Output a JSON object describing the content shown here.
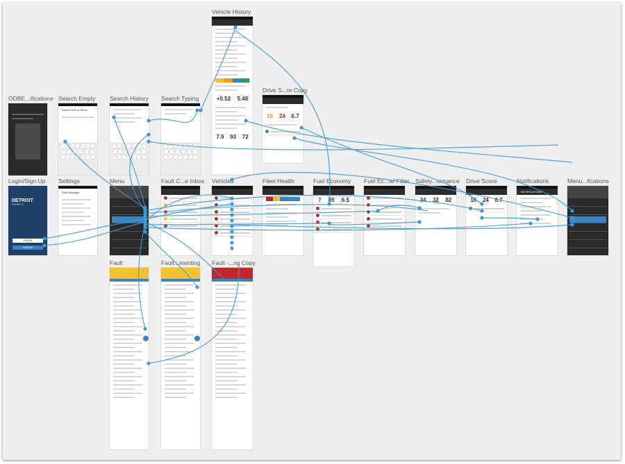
{
  "screens": {
    "obde_notifications": "ODBE...ifications",
    "search_empty": "Search Empty",
    "search_history": "Search History",
    "search_typing": "Search Typing",
    "vehicle_history": "Vehicle History",
    "drive_score_copy": "Drive S...re Copy",
    "login_signup": "Login/Sign Up",
    "settings": "Settings",
    "menu": "Menu",
    "fault_code_inbox": "Fault C...e Inbox",
    "vehicles": "Vehicles",
    "fleet_health": "Fleet Health",
    "fuel_economy": "Fuel Economy",
    "fuel_filter": "Fuel Ec...w/ Filter",
    "safety_performance": "Safety...ormance",
    "drive_score": "Drive Score",
    "notifications": "Notifications",
    "menu_notifications": "Menu...fications",
    "fault": "Fault",
    "fault_commenting": "Fault...menting",
    "fault_copy": "Fault -...ng Copy"
  },
  "content": {
    "search_placeholder": "Search VIN or Serial",
    "brand": "DETROIT",
    "brand_sub": "CONNECT",
    "login_button": "LOG IN",
    "signup_button": "SIGN UP",
    "settings_user": "Fleet Manager",
    "drive_scores": [
      "16",
      "24",
      "6.7"
    ],
    "safety_scores": [
      "34",
      "32",
      "82"
    ],
    "drive_score_values": [
      "16",
      "24",
      "6.7"
    ],
    "vehicle_gauge": [
      "+0.52",
      "5.48"
    ],
    "vehicle_stats": [
      "7.9",
      "93",
      "72"
    ],
    "fuel_stats": [
      "7",
      "85",
      "6.5"
    ],
    "notifications_count": "NOTIFICATIONS"
  },
  "colors": {
    "link": "#3d9ad8",
    "critical": "#c0272d",
    "warning": "#f2c22e",
    "accent": "#3d83c1",
    "canvas": "#efefef"
  }
}
